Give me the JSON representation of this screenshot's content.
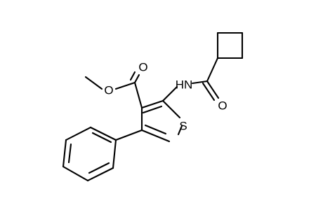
{
  "molecule": {
    "atoms": {
      "o_ester_single": "O",
      "o_ester_double": "O",
      "n_amide": "HN",
      "o_amide": "O",
      "s_ring": "S"
    }
  },
  "colors": {
    "bond": "#000000",
    "label": "#000000",
    "background": "#ffffff"
  }
}
